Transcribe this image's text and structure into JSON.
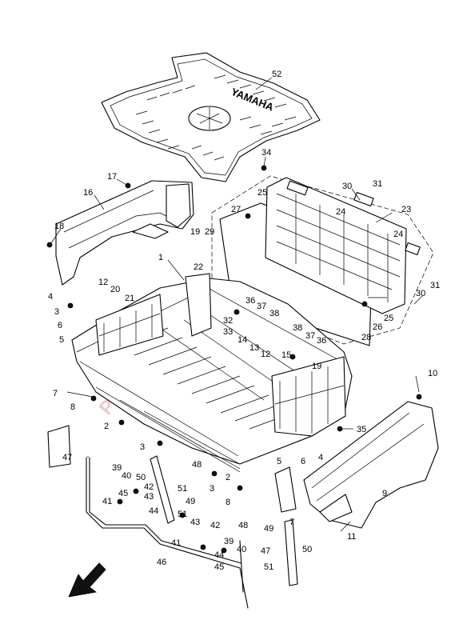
{
  "watermark": "PartsRepublik",
  "brand_logo": "YAMAHA",
  "callouts": [
    {
      "id": "c52",
      "n": "52"
    },
    {
      "id": "c34",
      "n": "34"
    },
    {
      "id": "c17",
      "n": "17"
    },
    {
      "id": "c16",
      "n": "16"
    },
    {
      "id": "c30a",
      "n": "30"
    },
    {
      "id": "c31a",
      "n": "31"
    },
    {
      "id": "c25a",
      "n": "25"
    },
    {
      "id": "c27",
      "n": "27"
    },
    {
      "id": "c24a",
      "n": "24"
    },
    {
      "id": "c23",
      "n": "23"
    },
    {
      "id": "c24b",
      "n": "24"
    },
    {
      "id": "c18",
      "n": "18"
    },
    {
      "id": "c19a",
      "n": "19"
    },
    {
      "id": "c29",
      "n": "29"
    },
    {
      "id": "c1",
      "n": "1"
    },
    {
      "id": "c22",
      "n": "22"
    },
    {
      "id": "c12a",
      "n": "12"
    },
    {
      "id": "c20",
      "n": "20"
    },
    {
      "id": "c21",
      "n": "21"
    },
    {
      "id": "c4a",
      "n": "4"
    },
    {
      "id": "c3a",
      "n": "3"
    },
    {
      "id": "c6a",
      "n": "6"
    },
    {
      "id": "c5a",
      "n": "5"
    },
    {
      "id": "c36a",
      "n": "36"
    },
    {
      "id": "c37a",
      "n": "37"
    },
    {
      "id": "c38a",
      "n": "38"
    },
    {
      "id": "c32",
      "n": "32"
    },
    {
      "id": "c33",
      "n": "33"
    },
    {
      "id": "c14",
      "n": "14"
    },
    {
      "id": "c13",
      "n": "13"
    },
    {
      "id": "c12b",
      "n": "12"
    },
    {
      "id": "c38b",
      "n": "38"
    },
    {
      "id": "c37b",
      "n": "37"
    },
    {
      "id": "c36b",
      "n": "36"
    },
    {
      "id": "c15",
      "n": "15"
    },
    {
      "id": "c19b",
      "n": "19"
    },
    {
      "id": "c26",
      "n": "26"
    },
    {
      "id": "c25b",
      "n": "25"
    },
    {
      "id": "c28",
      "n": "28"
    },
    {
      "id": "c30b",
      "n": "30"
    },
    {
      "id": "c31b",
      "n": "31"
    },
    {
      "id": "c10",
      "n": "10"
    },
    {
      "id": "c7a",
      "n": "7"
    },
    {
      "id": "c8a",
      "n": "8"
    },
    {
      "id": "c2a",
      "n": "2"
    },
    {
      "id": "c3b",
      "n": "3"
    },
    {
      "id": "c35",
      "n": "35"
    },
    {
      "id": "c5b",
      "n": "5"
    },
    {
      "id": "c6b",
      "n": "6"
    },
    {
      "id": "c4b",
      "n": "4"
    },
    {
      "id": "c47a",
      "n": "47"
    },
    {
      "id": "c39a",
      "n": "39"
    },
    {
      "id": "c40a",
      "n": "40"
    },
    {
      "id": "c50a",
      "n": "50"
    },
    {
      "id": "c48a",
      "n": "48"
    },
    {
      "id": "c42a",
      "n": "42"
    },
    {
      "id": "c2b",
      "n": "2"
    },
    {
      "id": "c45a",
      "n": "45"
    },
    {
      "id": "c43a",
      "n": "43"
    },
    {
      "id": "c41a",
      "n": "41"
    },
    {
      "id": "c44a",
      "n": "44"
    },
    {
      "id": "c51a",
      "n": "51"
    },
    {
      "id": "c49a",
      "n": "49"
    },
    {
      "id": "c3c",
      "n": "3"
    },
    {
      "id": "c8b",
      "n": "8"
    },
    {
      "id": "c51b",
      "n": "51"
    },
    {
      "id": "c43b",
      "n": "43"
    },
    {
      "id": "c42b",
      "n": "42"
    },
    {
      "id": "c48b",
      "n": "48"
    },
    {
      "id": "c49b",
      "n": "49"
    },
    {
      "id": "c7b",
      "n": "7"
    },
    {
      "id": "c9",
      "n": "9"
    },
    {
      "id": "c11",
      "n": "11"
    },
    {
      "id": "c41b",
      "n": "41"
    },
    {
      "id": "c44b",
      "n": "44"
    },
    {
      "id": "c39b",
      "n": "39"
    },
    {
      "id": "c40b",
      "n": "40"
    },
    {
      "id": "c47b",
      "n": "47"
    },
    {
      "id": "c50b",
      "n": "50"
    },
    {
      "id": "c46",
      "n": "46"
    },
    {
      "id": "c45b",
      "n": "45"
    },
    {
      "id": "c51c",
      "n": "51"
    }
  ]
}
